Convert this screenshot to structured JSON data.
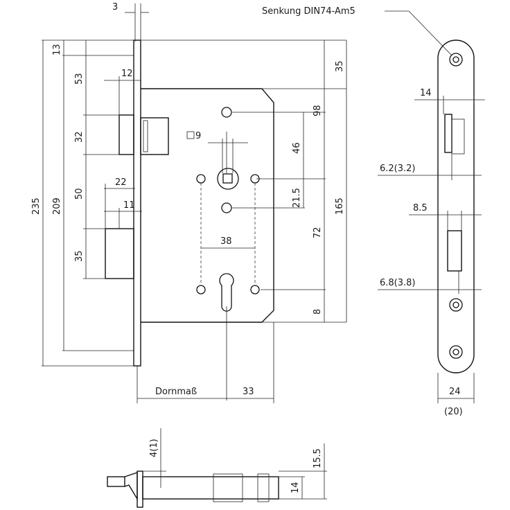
{
  "labels": {
    "countersink": "Senkung DIN74-Am5",
    "backset": "Dornmaß",
    "square": "9"
  },
  "dims": {
    "d3": "3",
    "d13": "13",
    "d53": "53",
    "d12": "12",
    "d35_top": "35",
    "d98": "98",
    "d32": "32",
    "d46": "46",
    "d50": "50",
    "d22": "22",
    "d21_5": "21.5",
    "d11": "11",
    "d165": "165",
    "d235": "235",
    "d209": "209",
    "d72": "72",
    "d38": "38",
    "d35_mid": "35",
    "d8": "8",
    "d33": "33",
    "d14_side": "14",
    "d6_2": "6.2(3.2)",
    "d8_5": "8.5",
    "d6_8": "6.8(3.8)",
    "d24": "24",
    "d20": "(20)",
    "d4": "4(1)",
    "d15_5": "15.5",
    "d14_bottom": "14"
  }
}
